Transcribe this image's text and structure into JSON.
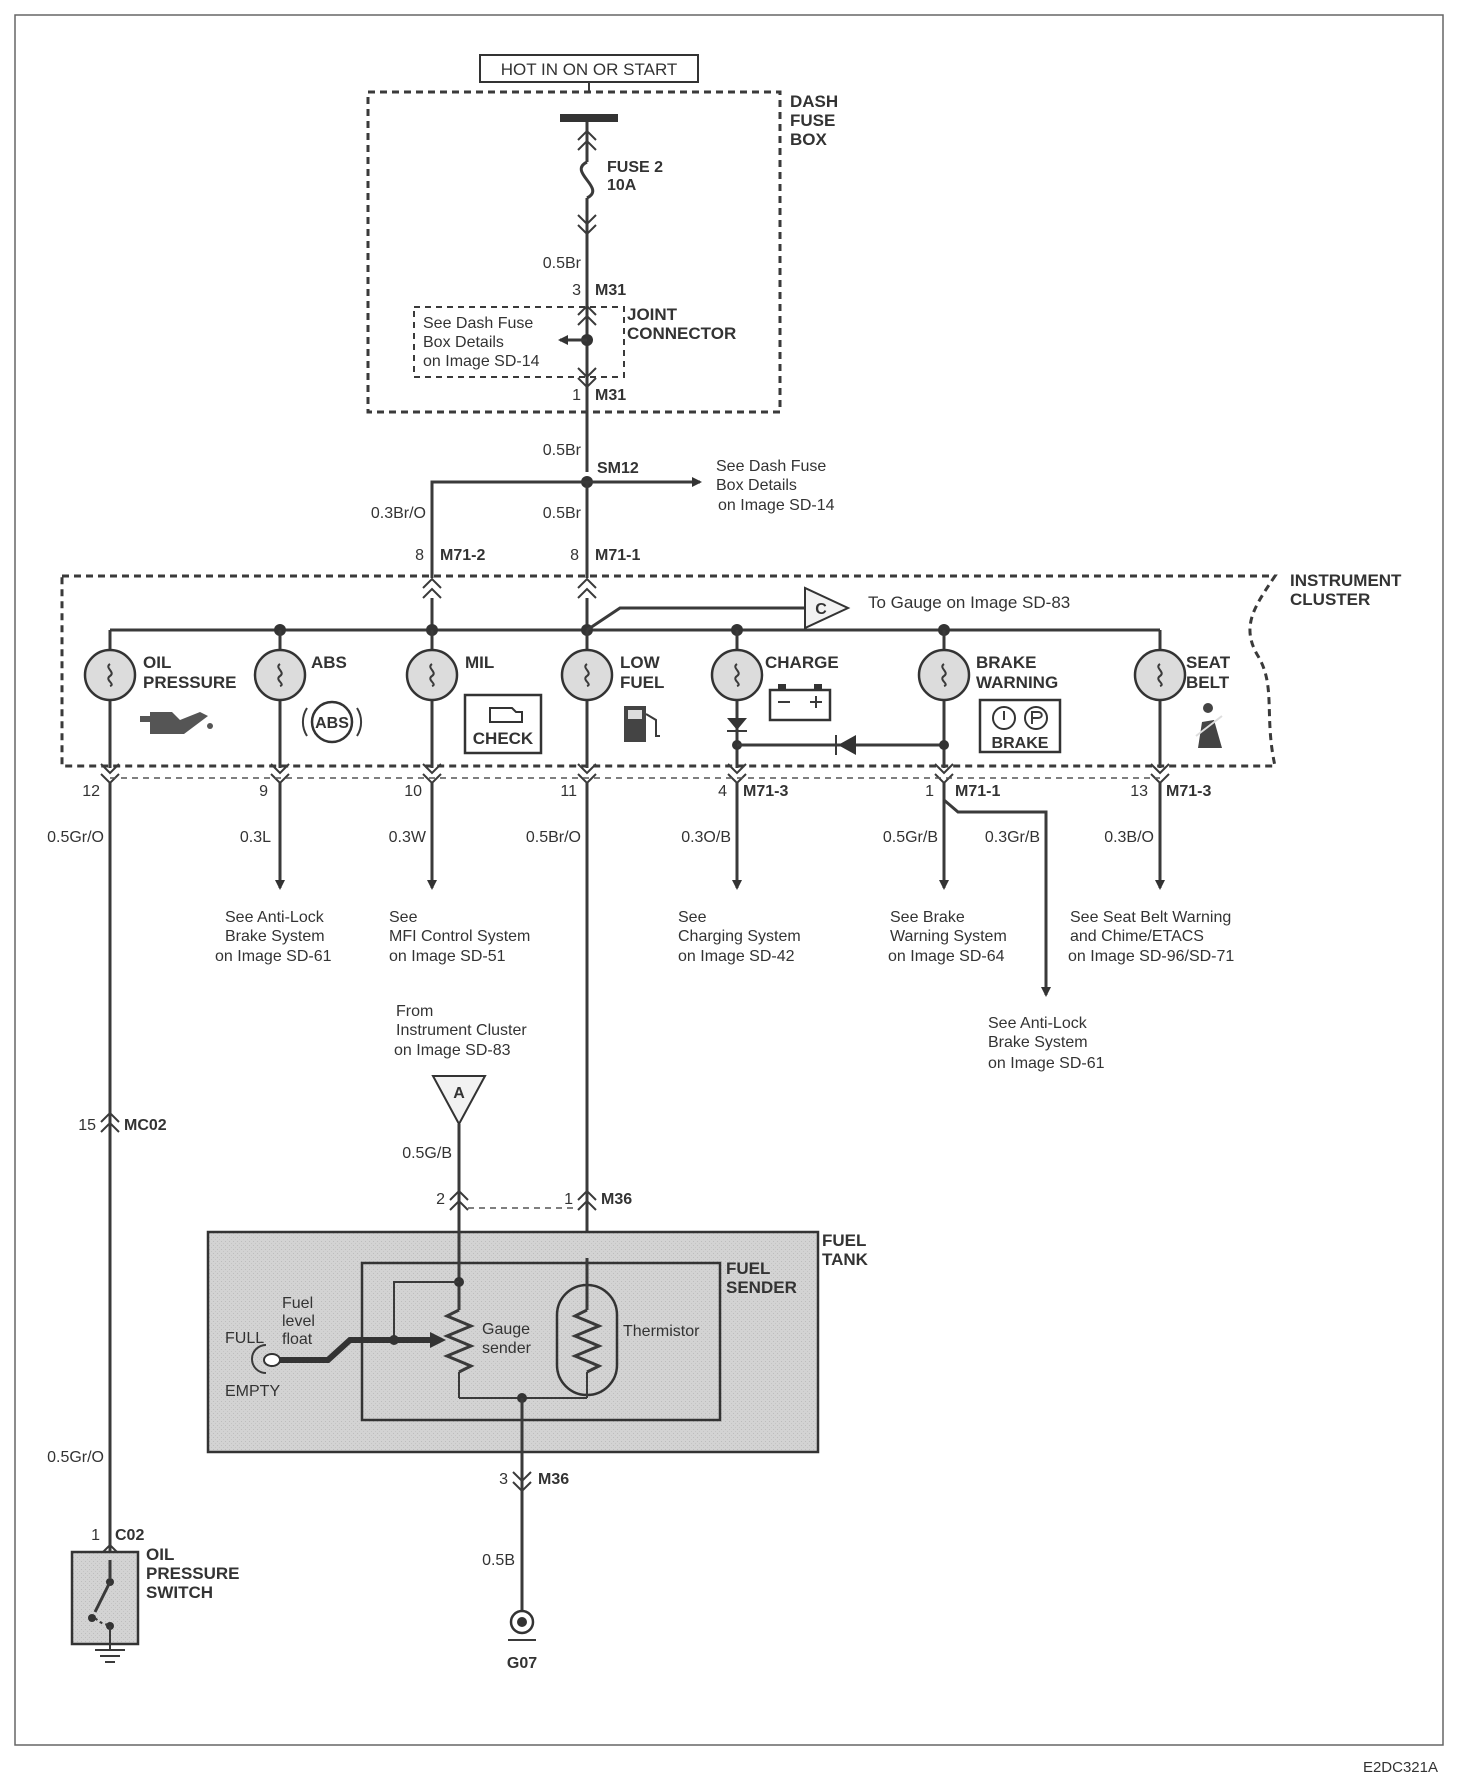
{
  "header": {
    "hot_label": "HOT IN ON OR START"
  },
  "dash_fuse_box": {
    "label": [
      "DASH",
      "FUSE",
      "BOX"
    ],
    "fuse_label": [
      "FUSE 2",
      "10A"
    ],
    "wire_top": "0.5Br",
    "m31_top_pin": "3",
    "m31_top": "M31",
    "joint_label": [
      "JOINT",
      "CONNECTOR"
    ],
    "see_details": [
      "See Dash Fuse",
      "Box Details",
      "on Image SD-14"
    ],
    "m31_bot_pin": "1",
    "m31_bot": "M31"
  },
  "splice": {
    "wire": "0.5Br",
    "name": "SM12",
    "see": [
      "See Dash Fuse",
      "Box Details",
      "on Image SD-14"
    ]
  },
  "cluster_inputs": [
    {
      "wire": "0.3Br/O",
      "pin": "8",
      "connector": "M71-2"
    },
    {
      "wire": "0.5Br",
      "pin": "8",
      "connector": "M71-1"
    }
  ],
  "instrument_cluster": {
    "label": [
      "INSTRUMENT",
      "CLUSTER"
    ],
    "gauge_ref": "C",
    "gauge_text": "To Gauge on Image SD-83",
    "lamps": [
      {
        "name": [
          "OIL",
          "PRESSURE"
        ]
      },
      {
        "name": [
          "ABS"
        ],
        "icon_text": "ABS"
      },
      {
        "name": [
          "MIL"
        ],
        "icon_text": "CHECK"
      },
      {
        "name": [
          "LOW",
          "FUEL"
        ]
      },
      {
        "name": [
          "CHARGE"
        ]
      },
      {
        "name": [
          "BRAKE",
          "WARNING"
        ],
        "icon_text": "BRAKE"
      },
      {
        "name": [
          "SEAT",
          "BELT"
        ]
      }
    ]
  },
  "outputs": [
    {
      "pin": "12",
      "connector": "",
      "wire": "0.5Gr/O",
      "see": []
    },
    {
      "pin": "9",
      "connector": "",
      "wire": "0.3L",
      "see": [
        "See Anti-Lock",
        "Brake System",
        "on Image SD-61"
      ]
    },
    {
      "pin": "10",
      "connector": "",
      "wire": "0.3W",
      "see": [
        "See",
        "MFI Control System",
        "on Image SD-51"
      ]
    },
    {
      "pin": "11",
      "connector": "",
      "wire": "0.5Br/O",
      "see": []
    },
    {
      "pin": "4",
      "connector": "M71-3",
      "wire": "0.3O/B",
      "see": [
        "See",
        "Charging System",
        "on Image SD-42"
      ]
    },
    {
      "pin": "1",
      "connector": "M71-1",
      "wire": "0.5Gr/B",
      "see": [
        "See Brake",
        "Warning System",
        "on Image SD-64"
      ]
    },
    {
      "pin": "",
      "connector": "",
      "wire": "0.3Gr/B",
      "see": [
        "See Anti-Lock",
        "Brake System",
        "on Image SD-61"
      ]
    },
    {
      "pin": "13",
      "connector": "M71-3",
      "wire": "0.3B/O",
      "see": [
        "See Seat Belt Warning",
        "and Chime/ETACS",
        "on Image SD-96/SD-71"
      ]
    }
  ],
  "oil_circuit": {
    "mc02_pin": "15",
    "mc02": "MC02",
    "wire": "0.5Gr/O",
    "c02_pin": "1",
    "c02": "C02",
    "switch_label": [
      "OIL",
      "PRESSURE",
      "SWITCH"
    ]
  },
  "fuel_circuit": {
    "from": [
      "From",
      "Instrument Cluster",
      "on Image SD-83"
    ],
    "ref": "A",
    "wire_a": "0.5G/B",
    "m36_pin_a": "2",
    "m36_pin_b": "1",
    "m36": "M36",
    "fuel_tank": [
      "FUEL",
      "TANK"
    ],
    "fuel_sender": [
      "FUEL",
      "SENDER"
    ],
    "float_label": [
      "Fuel",
      "level",
      "float"
    ],
    "full": "FULL",
    "empty": "EMPTY",
    "gauge_sender": [
      "Gauge",
      "sender"
    ],
    "thermistor": "Thermistor",
    "ground_pin": "3",
    "ground_conn": "M36",
    "ground_wire": "0.5B",
    "ground": "G07"
  },
  "footer": {
    "code": "E2DC321A"
  }
}
